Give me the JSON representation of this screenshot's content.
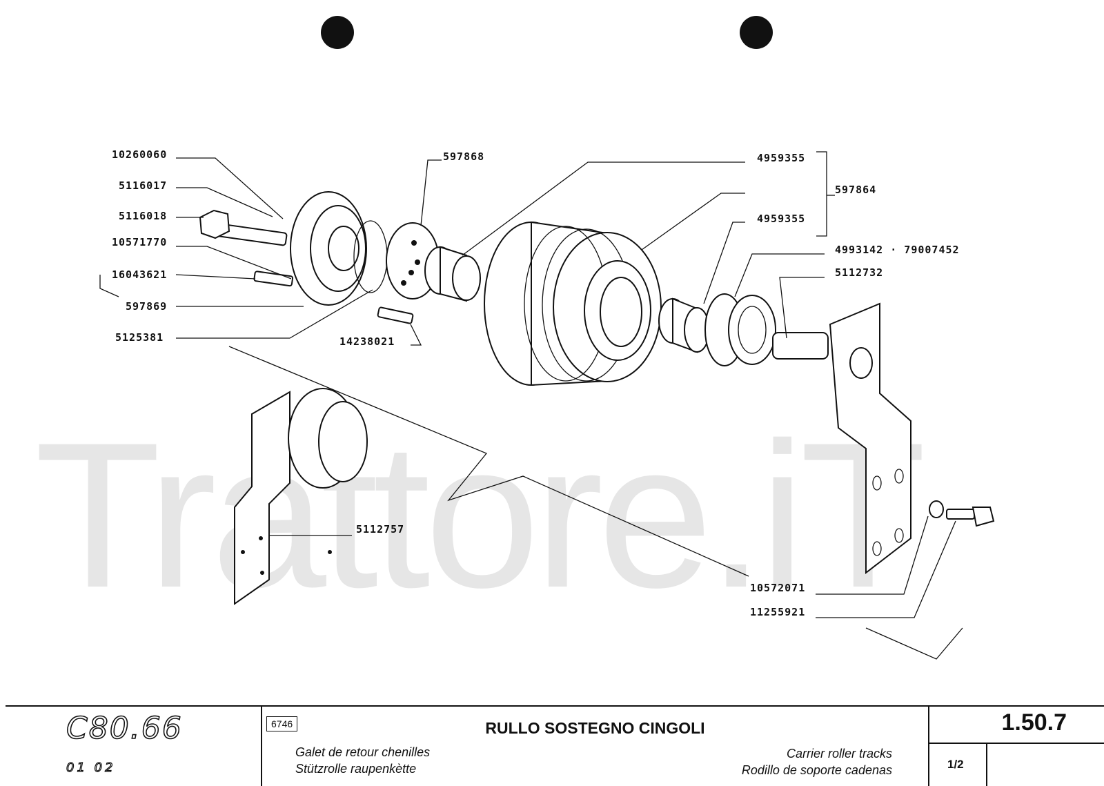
{
  "watermark": "Trattore.iT",
  "callouts": [
    "10260060",
    "5116017",
    "5116018",
    "10571770",
    "16043621",
    "597869",
    "5125381",
    "597868",
    "14238021",
    "4959355",
    "597864",
    "4959355",
    "4993142 · 79007452",
    "5112732",
    "5112757",
    "10572071",
    "11255921"
  ],
  "title_block": {
    "model": "C80.66",
    "model_sub": "01 02",
    "code": "6746",
    "title": "RULLO SOSTEGNO CINGOLI",
    "fr": "Galet de retour chenilles",
    "de": "Stützrolle raupenkètte",
    "en": "Carrier roller tracks",
    "es": "Rodillo de soporte cadenas",
    "page": "1.50.7",
    "sheet": "1/2"
  },
  "colors": {
    "ink": "#111111",
    "watermark": "#e6e6e6",
    "paper": "#ffffff"
  }
}
